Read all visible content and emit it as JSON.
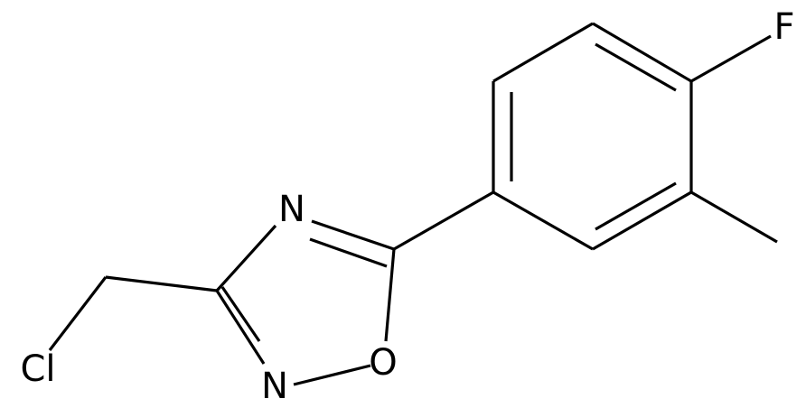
{
  "molecule": {
    "atoms": {
      "fluorine": "F",
      "ring_nitrogen_top": "N",
      "ring_nitrogen_bottom": "N",
      "ring_oxygen": "O",
      "chlorine": "Cl"
    }
  }
}
